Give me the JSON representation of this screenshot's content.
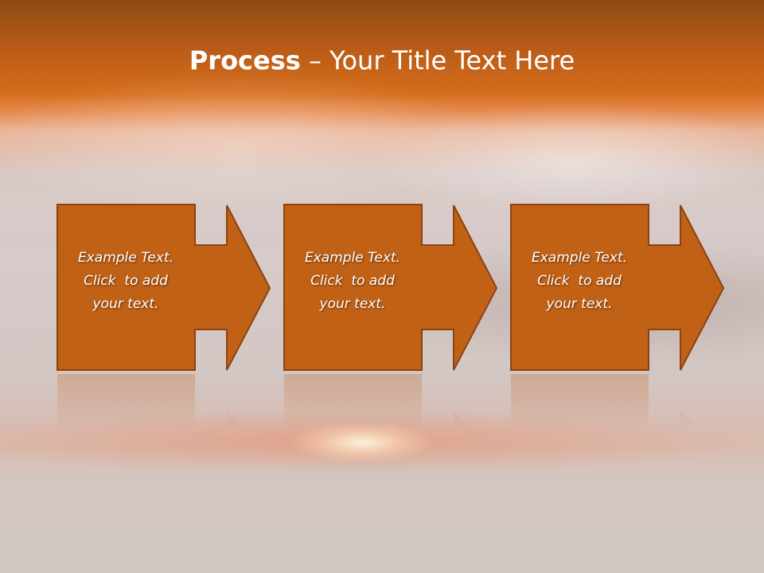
{
  "slide": {
    "title_bold": "Process",
    "title_rest": " – Your Title Text Here"
  },
  "steps": [
    {
      "line1": "Example Text.",
      "line2": "Click  to add",
      "line3": "your text."
    },
    {
      "line1": "Example Text.",
      "line2": "Click  to add",
      "line3": "your text."
    },
    {
      "line1": "Example Text.",
      "line2": "Click  to add",
      "line3": "your text."
    }
  ],
  "colors": {
    "box_fill": "#c16115",
    "box_border": "#8d4210",
    "title_text": "#ffffff",
    "header_top": "#8e4a12",
    "header_bottom": "#d56d1c"
  }
}
